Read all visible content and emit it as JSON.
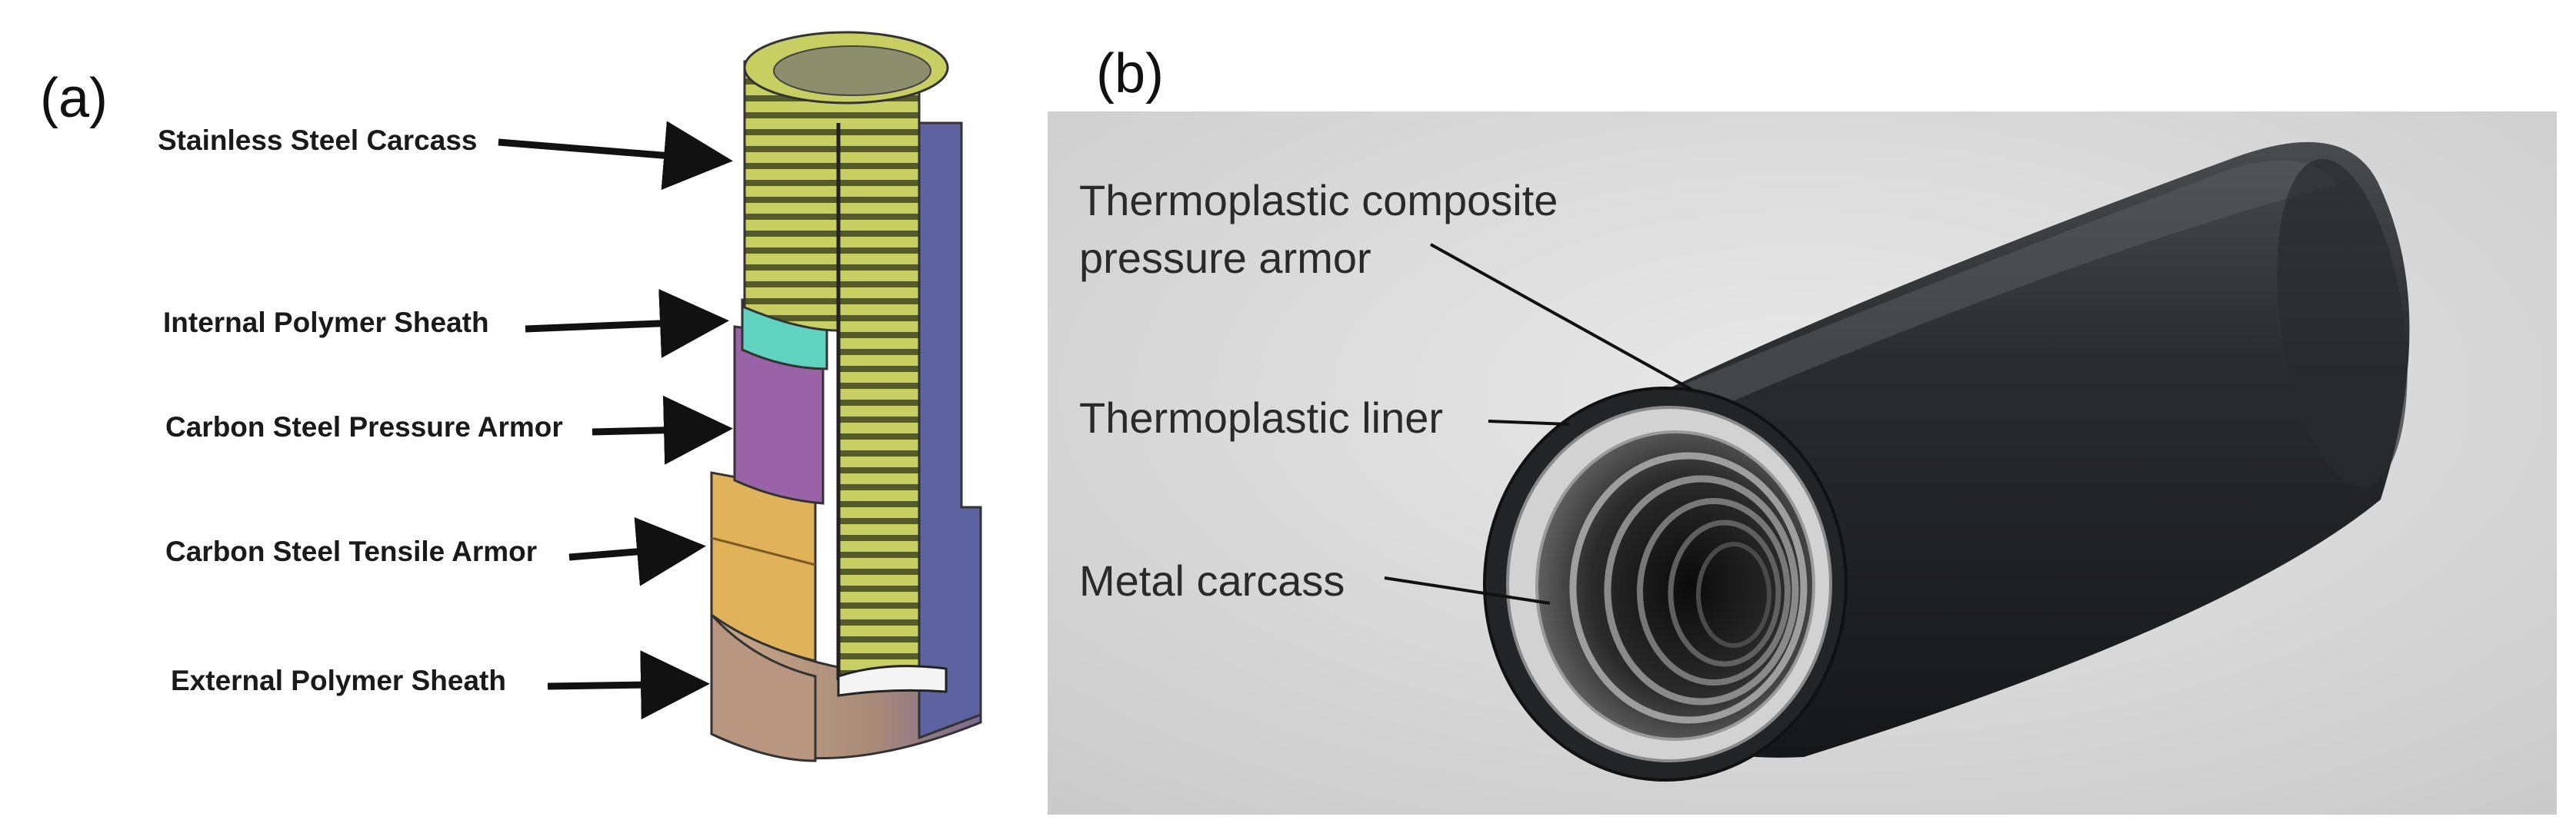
{
  "panel_a": {
    "letter": "(a)",
    "labels": {
      "carcass": "Stainless Steel Carcass",
      "internal_sheath": "Internal Polymer Sheath",
      "pressure_armor": "Carbon Steel Pressure Armor",
      "tensile_armor": "Carbon Steel Tensile Armor",
      "external_sheath": "External Polymer Sheath"
    },
    "colors": {
      "carcass": "#b9c45a",
      "internal_sheath": "#5fd3c0",
      "pressure_armor": "#9a63a8",
      "tensile_armor": "#e2b25a",
      "external_sheath": "#b6957c",
      "inner_shell": "#6a6ea8"
    }
  },
  "panel_b": {
    "letter": "(b)",
    "labels": {
      "composite_line1": "Thermoplastic composite",
      "composite_line2": "pressure armor",
      "liner": "Thermoplastic liner",
      "carcass": "Metal carcass"
    },
    "colors": {
      "background": "#d9d9d9",
      "pipe": "#2e2f31",
      "liner": "#c8c8c8"
    }
  }
}
